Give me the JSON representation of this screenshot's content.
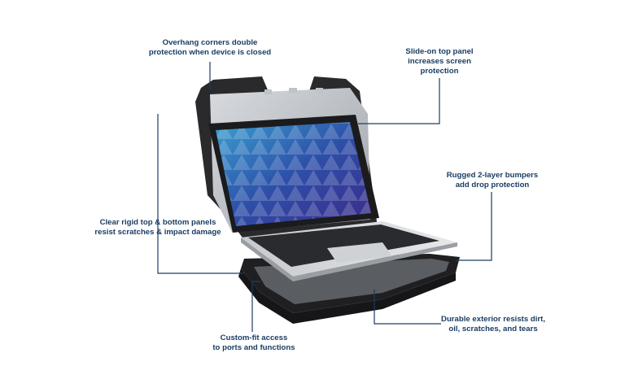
{
  "callouts": {
    "overhang": [
      "Overhang corners double",
      "protection when device is closed"
    ],
    "slide_on": [
      "Slide-on top panel",
      "increases screen",
      "protection"
    ],
    "rugged": [
      "Rugged 2-layer bumpers",
      "add drop protection"
    ],
    "clear_rigid": [
      "Clear rigid top & bottom panels",
      "resist scratches & impact damage"
    ],
    "custom_fit": [
      "Custom-fit access",
      "to ports and functions"
    ],
    "durable": [
      "Durable exterior resists dirt,",
      "oil, scratches, and tears"
    ]
  },
  "colors": {
    "callout_text": "#1a3d63",
    "leader_line": "#1a3d63",
    "case": "#2a2a2c",
    "screen": "#2c3f8f"
  }
}
